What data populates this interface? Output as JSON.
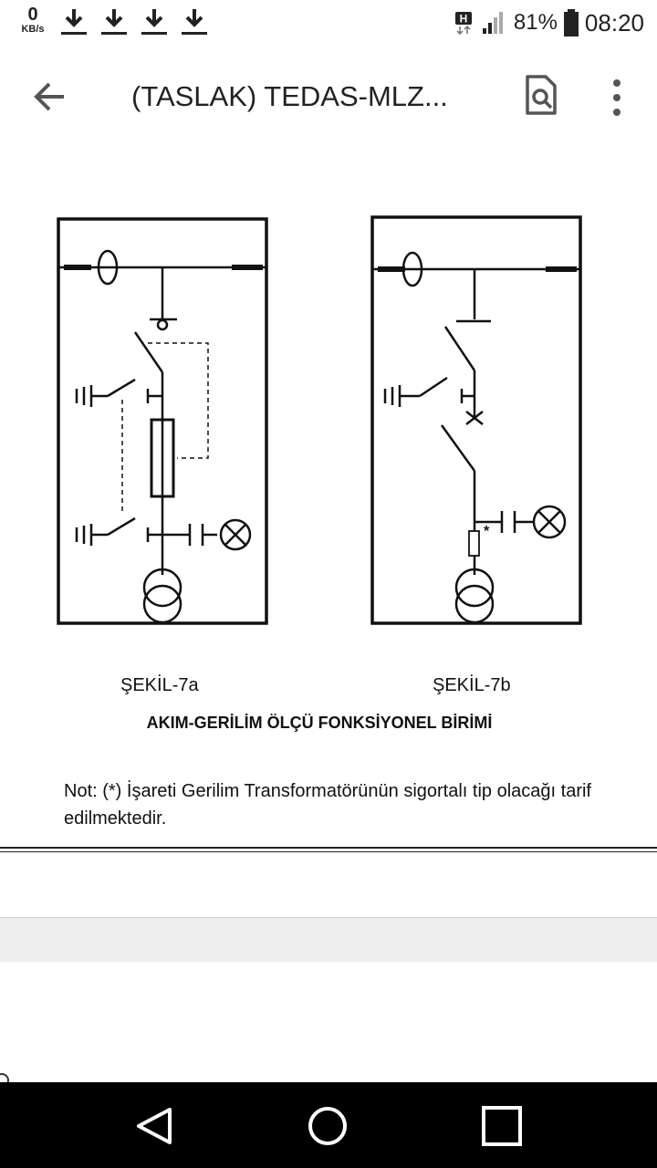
{
  "status_bar": {
    "speed_value": "0",
    "speed_unit": "KB/s",
    "download_icons": [
      "download-icon",
      "download-icon",
      "download-icon",
      "download-icon"
    ],
    "network_badge": "H",
    "battery_percent": "81%",
    "time": "08:20"
  },
  "app_bar": {
    "back_icon": "arrow-left-icon",
    "title": "(TASLAK) TEDAS-MLZ...",
    "search_icon": "find-in-document-icon",
    "more_icon": "more-vert-icon"
  },
  "document": {
    "figure_a_caption": "ŞEKİL-7a",
    "figure_b_caption": "ŞEKİL-7b",
    "figure_b_marker": "*",
    "heading": "AKIM-GERİLİM ÖLÇÜ FONKSİYONEL BİRİMİ",
    "note_line1": "Not:  (*) İşareti Gerilim Transformatörünün sigortalı tip olacağı tarif",
    "note_line2": "edilmektedir."
  },
  "nav_bar": {
    "back_icon": "triangle-back-icon",
    "home_icon": "circle-home-icon",
    "recents_icon": "square-recents-icon"
  }
}
